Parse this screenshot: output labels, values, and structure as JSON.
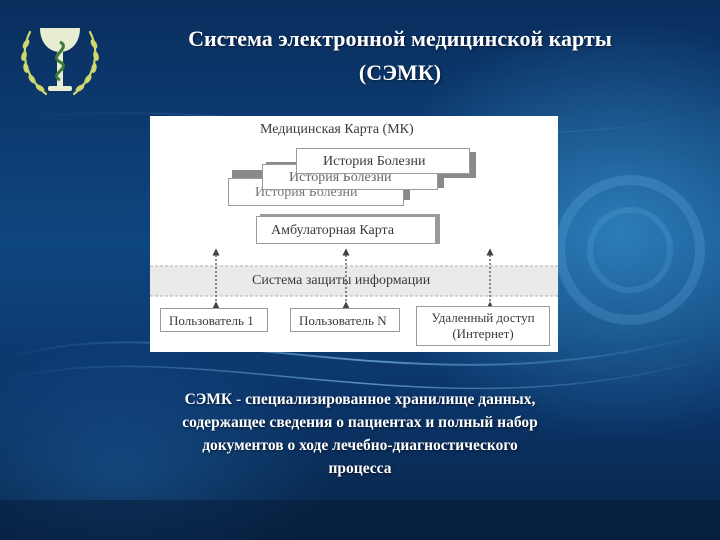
{
  "slide": {
    "title_line1": "Система электронной медицинской карты",
    "title_line2": "(СЭМК)",
    "logo_icon": "bowl-of-hygieia-laurel-icon",
    "accent_color": "#0e4680"
  },
  "diagram": {
    "top_label": "Медицинская Карта (МК)",
    "history_front": "История Болезни",
    "history_middle": "История Болезни",
    "history_back": "История Болезни",
    "ambulatory": "Амбулаторная Карта",
    "security_system": "Система защиты информации",
    "user1": "Пользователь 1",
    "userN": "Пользователь N",
    "remote_line1": "Удаленный доступ",
    "remote_line2": "(Интернет)"
  },
  "caption": {
    "line1": "СЭМК - специализированное хранилище данных,",
    "line2": "содержащее сведения о пациентах и полный набор",
    "line3": "документов о ходе лечебно-диагностического",
    "line4": "процесса"
  }
}
